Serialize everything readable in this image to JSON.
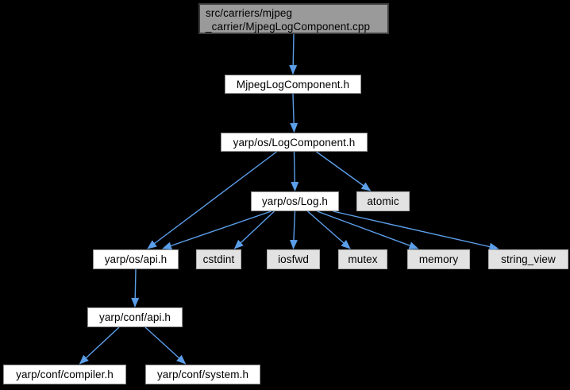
{
  "graph": {
    "kind": "include-dependency-graph"
  },
  "colors": {
    "background": "#000000",
    "edge": "#5b9ee9",
    "node_main_fill": "#9a9a9a",
    "node_main_border": "#3d3d3d",
    "node_linked_fill": "#ffffff",
    "node_linked_border": "#8f8f8f",
    "node_leaf_fill": "#e2e2e2",
    "node_leaf_border": "#ababab",
    "text": "#000000"
  },
  "nodes": [
    {
      "id": "cpp",
      "label": "src/carriers/mjpeg\n_carrier/MjpegLogComponent.cpp",
      "type": "main"
    },
    {
      "id": "mjpeglogcomponent_h",
      "label": "MjpegLogComponent.h",
      "type": "linked"
    },
    {
      "id": "logcomponent_h",
      "label": "yarp/os/LogComponent.h",
      "type": "linked"
    },
    {
      "id": "log_h",
      "label": "yarp/os/Log.h",
      "type": "linked"
    },
    {
      "id": "atomic",
      "label": "atomic",
      "type": "leaf"
    },
    {
      "id": "os_api_h",
      "label": "yarp/os/api.h",
      "type": "linked"
    },
    {
      "id": "cstdint",
      "label": "cstdint",
      "type": "leaf"
    },
    {
      "id": "iosfwd",
      "label": "iosfwd",
      "type": "leaf"
    },
    {
      "id": "mutex",
      "label": "mutex",
      "type": "leaf"
    },
    {
      "id": "memory",
      "label": "memory",
      "type": "leaf"
    },
    {
      "id": "string_view",
      "label": "string_view",
      "type": "leaf"
    },
    {
      "id": "conf_api_h",
      "label": "yarp/conf/api.h",
      "type": "linked"
    },
    {
      "id": "compiler_h",
      "label": "yarp/conf/compiler.h",
      "type": "linked"
    },
    {
      "id": "system_h",
      "label": "yarp/conf/system.h",
      "type": "linked"
    }
  ],
  "edges": [
    {
      "from": "cpp",
      "to": "mjpeglogcomponent_h"
    },
    {
      "from": "mjpeglogcomponent_h",
      "to": "logcomponent_h"
    },
    {
      "from": "logcomponent_h",
      "to": "log_h"
    },
    {
      "from": "logcomponent_h",
      "to": "atomic"
    },
    {
      "from": "logcomponent_h",
      "to": "os_api_h"
    },
    {
      "from": "log_h",
      "to": "os_api_h"
    },
    {
      "from": "log_h",
      "to": "cstdint"
    },
    {
      "from": "log_h",
      "to": "iosfwd"
    },
    {
      "from": "log_h",
      "to": "mutex"
    },
    {
      "from": "log_h",
      "to": "memory"
    },
    {
      "from": "log_h",
      "to": "string_view"
    },
    {
      "from": "os_api_h",
      "to": "conf_api_h"
    },
    {
      "from": "conf_api_h",
      "to": "compiler_h"
    },
    {
      "from": "conf_api_h",
      "to": "system_h"
    }
  ]
}
